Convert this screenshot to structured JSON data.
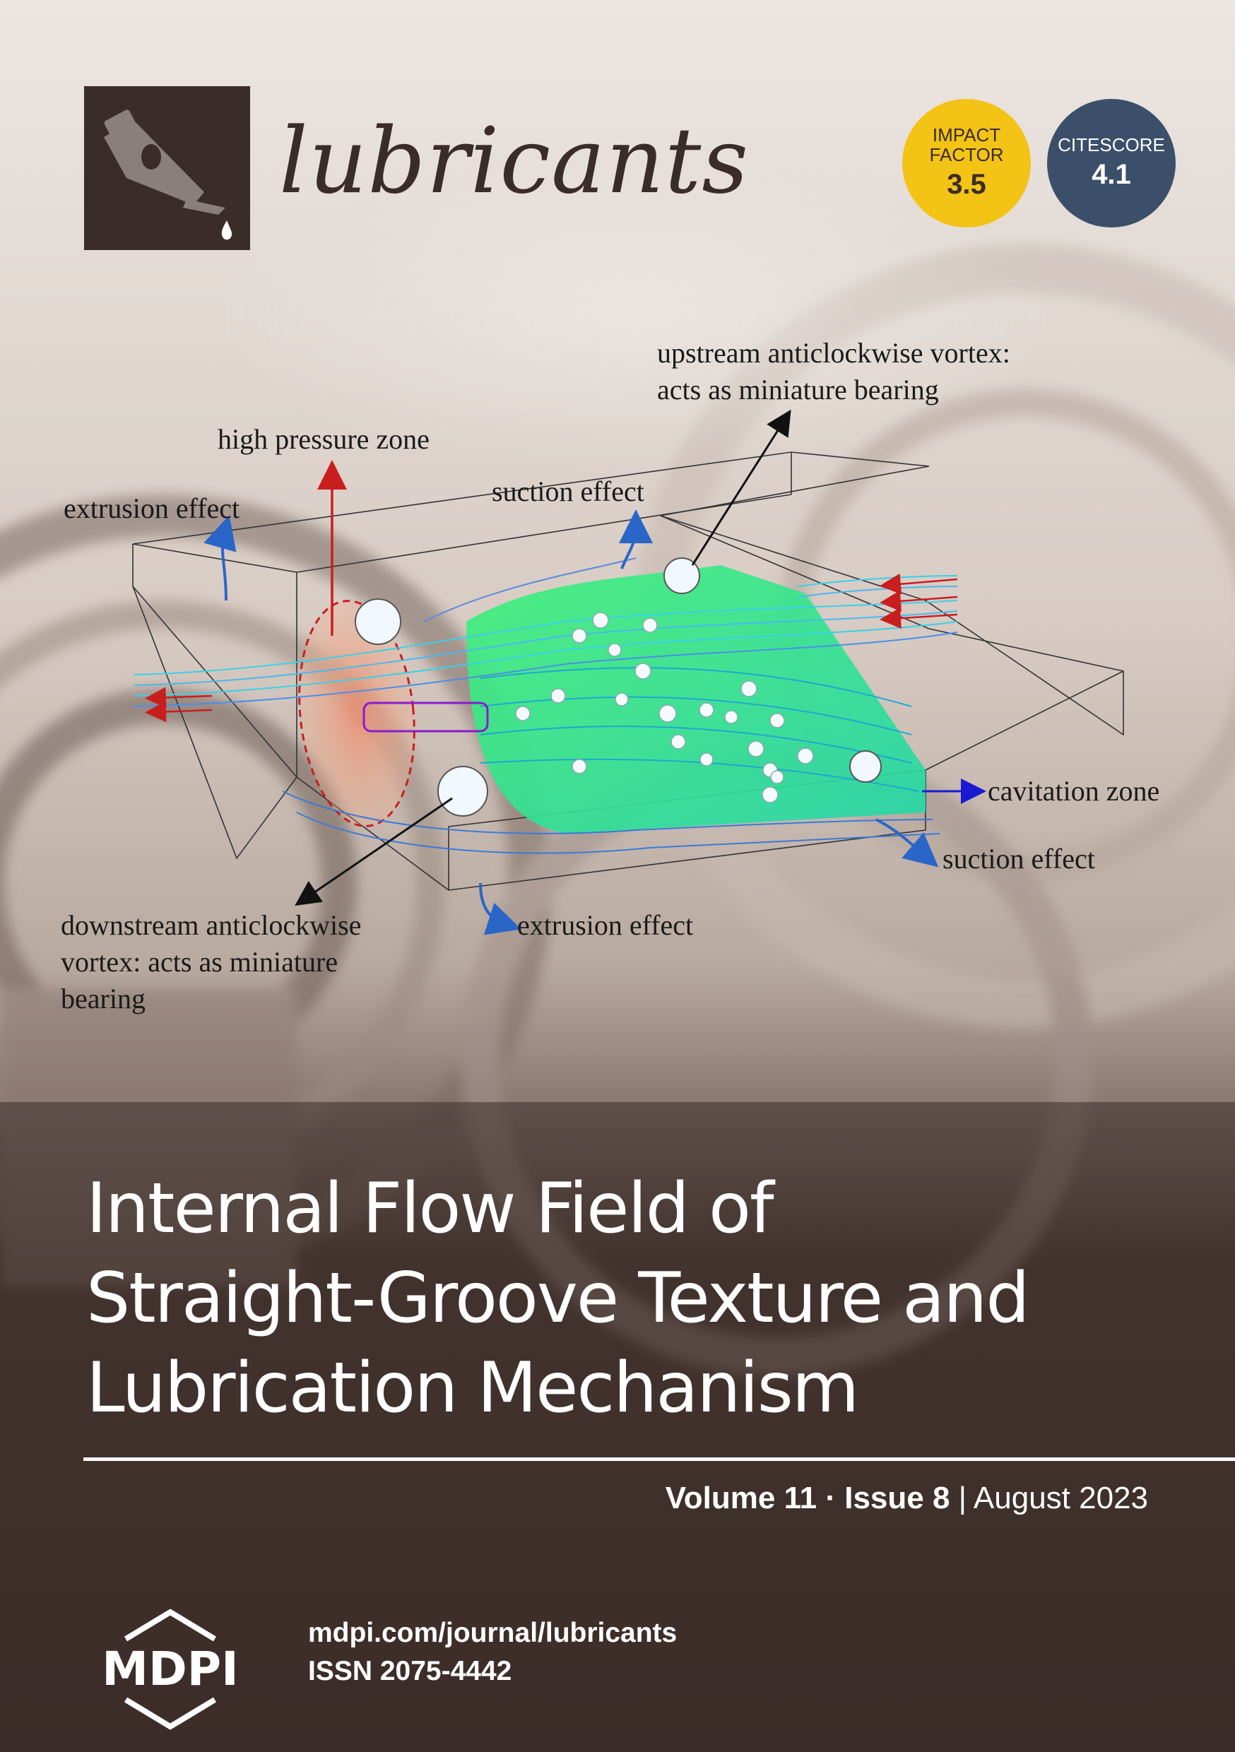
{
  "header": {
    "journal_name": "lubricants",
    "impact_factor": {
      "line1": "IMPACT",
      "line2": "FACTOR",
      "value": "3.5"
    },
    "citescore": {
      "label": "CITESCORE",
      "value": "4.1"
    }
  },
  "figure": {
    "labels": {
      "upstream_line1": "upstream anticlockwise vortex:",
      "upstream_line2": "acts as miniature bearing",
      "high_pressure": "high pressure zone",
      "extrusion_left": "extrusion effect",
      "suction_top": "suction effect",
      "cavitation": "cavitation zone",
      "suction_bottom": "suction effect",
      "extrusion_bottom": "extrusion effect",
      "downstream_line1": "downstream anticlockwise",
      "downstream_line2": "vortex: acts as miniature",
      "downstream_line3": "bearing"
    }
  },
  "article": {
    "title_line1": "Internal Flow Field of",
    "title_line2": "Straight-Groove Texture and",
    "title_line3": "Lubrication Mechanism"
  },
  "issue": {
    "volume": "Volume 11",
    "separator": "·",
    "issue": "Issue 8",
    "divider": "|",
    "date": "August 2023"
  },
  "footer": {
    "logo_text": "MDPI",
    "url": "mdpi.com/journal/lubricants",
    "issn": "ISSN 2075-4442"
  },
  "colors": {
    "brown": "#3a2c28",
    "impact_yellow": "#f3c316",
    "citescore_blue": "#3c4f6a",
    "flow_green": "#3cf07a"
  }
}
